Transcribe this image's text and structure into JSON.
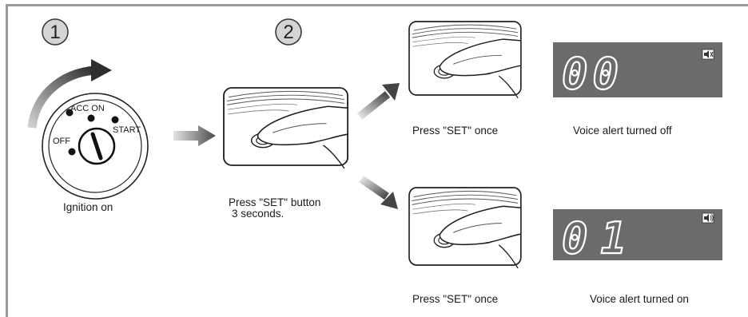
{
  "steps": {
    "step1_number": "1",
    "step2_number": "2"
  },
  "ignition": {
    "positions": {
      "acc_on": "ACC ON",
      "start": "START",
      "off": "OFF"
    },
    "caption": "Ignition on"
  },
  "hold_step": {
    "caption_line1": "Press \"SET\" button",
    "caption_line2": "3 seconds."
  },
  "outcomes": [
    {
      "press_caption": "Press \"SET\" once",
      "display_value": "00",
      "result": "Voice alert turned off"
    },
    {
      "press_caption": "Press \"SET\" once",
      "display_value": "01",
      "result": "Voice alert turned on"
    }
  ],
  "colors": {
    "frame": "#9a9a9a",
    "display_bg": "#6b6b6b",
    "display_digits": "#ffffff",
    "arrow": "#666666"
  },
  "icons": [
    "rotate-arrow-icon",
    "speaker-muted-icon",
    "speaker-on-icon"
  ]
}
